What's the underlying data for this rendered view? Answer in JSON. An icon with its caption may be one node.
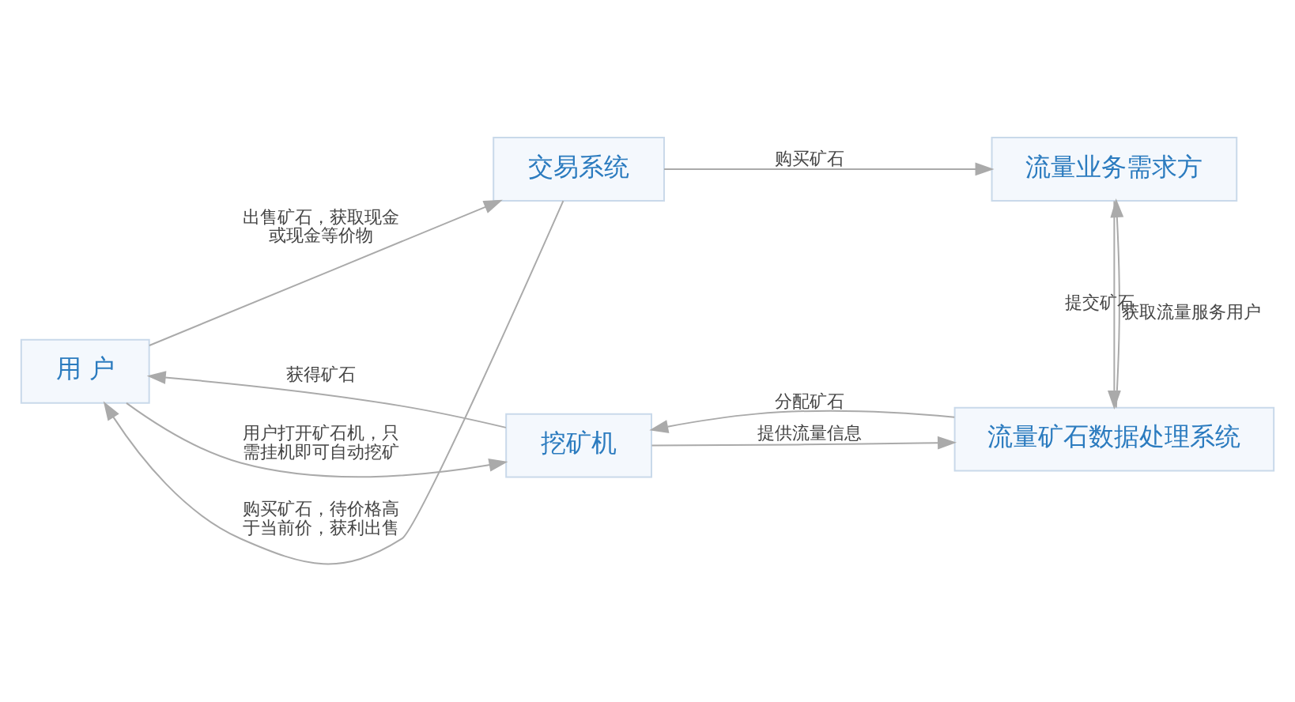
{
  "diagram": {
    "nodes": [
      {
        "text": [
          "挖矿机"
        ]
      },
      {
        "text": [
          "流量矿石数据处理系统"
        ]
      },
      {
        "text": [
          "用 户"
        ]
      },
      {
        "text": [
          "交易系统"
        ]
      },
      {
        "text": [
          "流量业务需求方"
        ]
      }
    ],
    "edges": [
      {
        "from": 2,
        "to": 0,
        "arrow": "to",
        "label": "用户打开矿石机，只需挂机即可自动挖矿"
      },
      {
        "from": 0,
        "to": 2,
        "arrow": "to",
        "label": "获得矿石"
      },
      {
        "from": 0,
        "to": 1,
        "arrow": "to",
        "label": "提供流量信息"
      },
      {
        "from": 1,
        "to": 0,
        "arrow": "to",
        "label": "分配矿石"
      },
      {
        "from": 4,
        "to": 1,
        "arrow": "to",
        "label": "提交矿石"
      },
      {
        "from": 1,
        "to": 4,
        "arrow": "to",
        "label": "获取流量服务用户"
      },
      {
        "from": 2,
        "to": 3,
        "arrow": "to",
        "label": "出售矿石，获取现金或现金等价物"
      },
      {
        "from": 3,
        "to": 2,
        "arrow": "to",
        "label": "购买矿石，待价格高于当前价，获利出售"
      },
      {
        "from": 3,
        "to": 4,
        "arrow": "to",
        "label": "购买矿石"
      }
    ]
  }
}
